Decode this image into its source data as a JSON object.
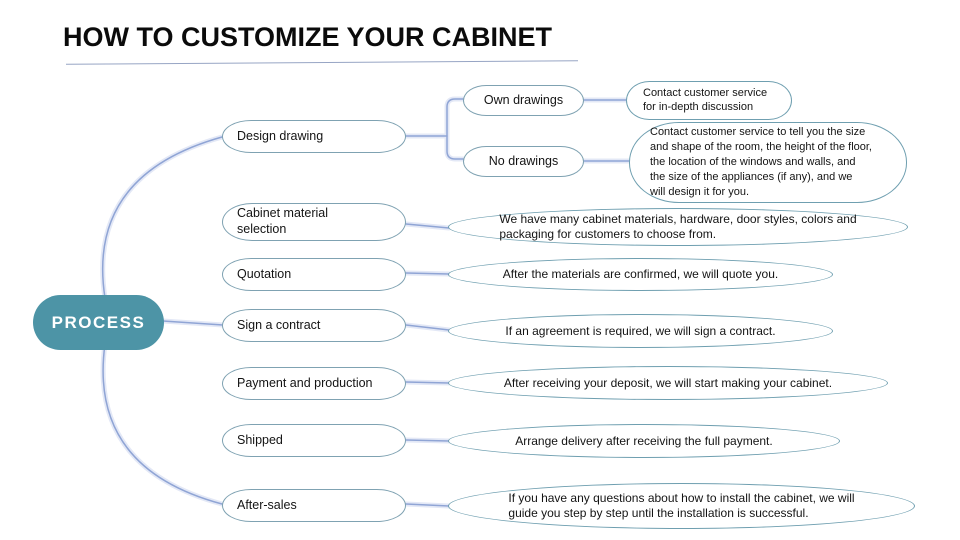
{
  "title": "HOW TO CUSTOMIZE YOUR CABINET",
  "root": {
    "label": "PROCESS"
  },
  "colors": {
    "root_fill": "#4d94a6",
    "pill_border": "#7fa2b2",
    "bubble_border": "#6f9fb0",
    "connector": "#90a5d5",
    "underline": "#97a5c4"
  },
  "steps": [
    {
      "label": "Design drawing",
      "children": [
        {
          "label": "Own drawings",
          "note": "Contact customer service\nfor in-depth discussion"
        },
        {
          "label": "No drawings",
          "note": "Contact customer service to tell you the size\nand shape of the room, the height of the floor,\nthe location of the windows and walls, and\nthe size of the appliances (if any), and we\nwill design it for you."
        }
      ]
    },
    {
      "label": "Cabinet material\nselection",
      "note": "We have many cabinet materials, hardware, door styles, colors and\npackaging for customers to choose from."
    },
    {
      "label": "Quotation",
      "note": "After the materials are confirmed, we will quote you."
    },
    {
      "label": "Sign a contract",
      "note": "If an agreement is required, we will sign a contract."
    },
    {
      "label": "Payment and production",
      "note": "After receiving your deposit, we will start making your cabinet."
    },
    {
      "label": "Shipped",
      "note": "Arrange delivery after receiving the full payment."
    },
    {
      "label": "After-sales",
      "note": "If you have any questions about how to install the cabinet, we will\nguide you step by step until the installation is successful."
    }
  ]
}
